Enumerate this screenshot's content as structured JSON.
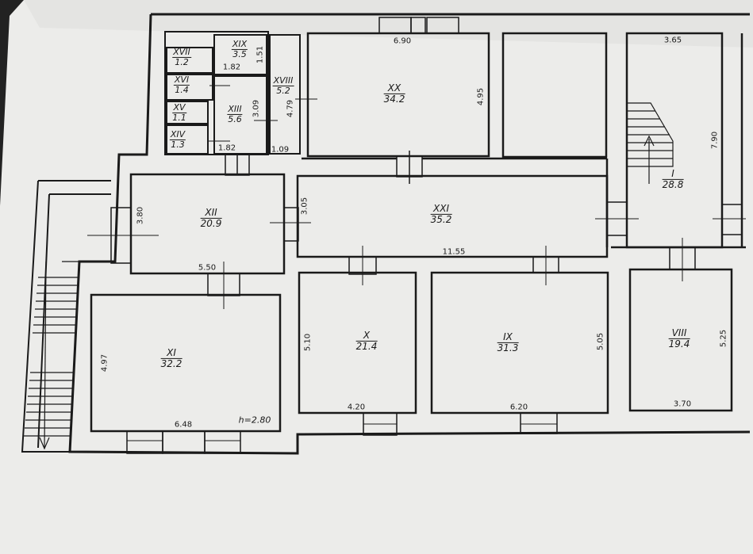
{
  "rooms": [
    {
      "id": "XIX",
      "area": "3.5"
    },
    {
      "id": "XVII",
      "area": "1.2"
    },
    {
      "id": "XVI",
      "area": "1.4"
    },
    {
      "id": "XV",
      "area": "1.1"
    },
    {
      "id": "XIV",
      "area": "1.3"
    },
    {
      "id": "XIII",
      "area": "5.6"
    },
    {
      "id": "XVIII",
      "area": "5.2"
    },
    {
      "id": "XX",
      "area": "34.2"
    },
    {
      "id": "I",
      "area": "28.8"
    },
    {
      "id": "XII",
      "area": "20.9"
    },
    {
      "id": "XXI",
      "area": "35.2"
    },
    {
      "id": "XI",
      "area": "32.2"
    },
    {
      "id": "X",
      "area": "21.4"
    },
    {
      "id": "IX",
      "area": "31.3"
    },
    {
      "id": "VIII",
      "area": "19.4"
    }
  ],
  "dimensions": [
    "6.90",
    "3.65",
    "1.51",
    "1.82",
    "4.79",
    "3.09",
    "1.82",
    "1.09",
    "4.95",
    "7.90",
    "3.80",
    "3.05",
    "11.55",
    "5.50",
    "4.97",
    "5.10",
    "5.05",
    "5.25",
    "6.48",
    "4.20",
    "6.20",
    "3.70"
  ],
  "height_note": "h=2.80"
}
